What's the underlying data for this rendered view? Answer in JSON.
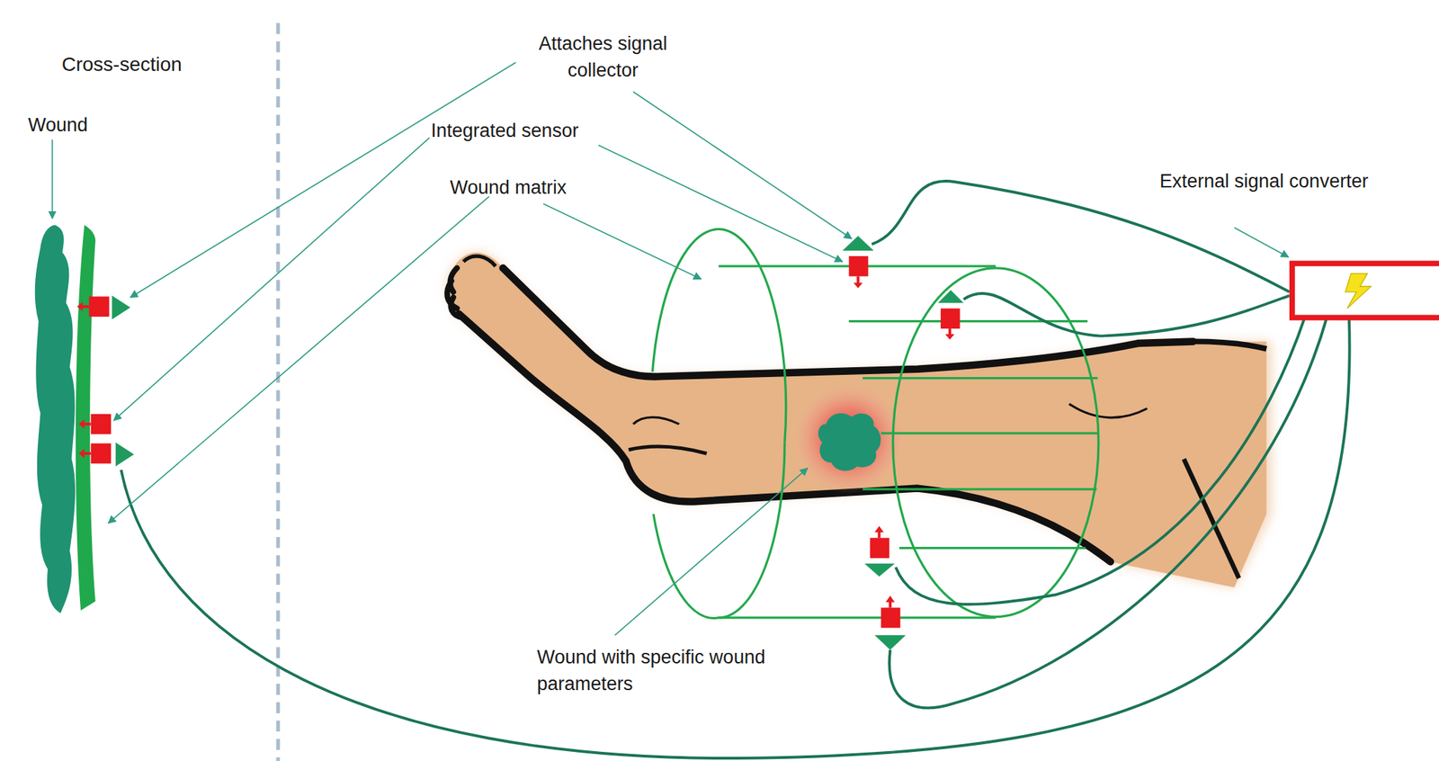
{
  "diagram": {
    "labels": [
      "Cross-section",
      "Wound",
      "Attaches signal collector",
      "Integrated sensor",
      "Wound matrix",
      "External signal converter",
      "Wound with specific wound parameters"
    ]
  }
}
